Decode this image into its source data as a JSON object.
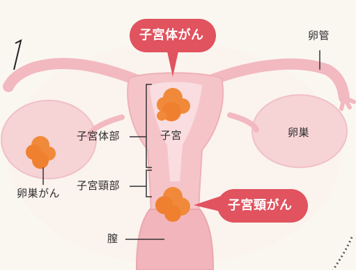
{
  "callouts": {
    "body_cancer": "子宮体がん",
    "cervical_cancer": "子宮頸がん"
  },
  "labels": {
    "fallopian_tube": "卵管",
    "ovary": "卵巣",
    "ovarian_cancer": "卵巣がん",
    "uterus": "子宮",
    "uterine_body": "子宮体部",
    "uterine_cervix": "子宮頸部",
    "vagina": "膣"
  },
  "colors": {
    "organ_pink": "#f5c9cc",
    "organ_pink_dark": "#eeb1b7",
    "tumor_orange": "#f08a3a",
    "callout_red": "#e0535f",
    "page_bg": "#faf7f1"
  }
}
